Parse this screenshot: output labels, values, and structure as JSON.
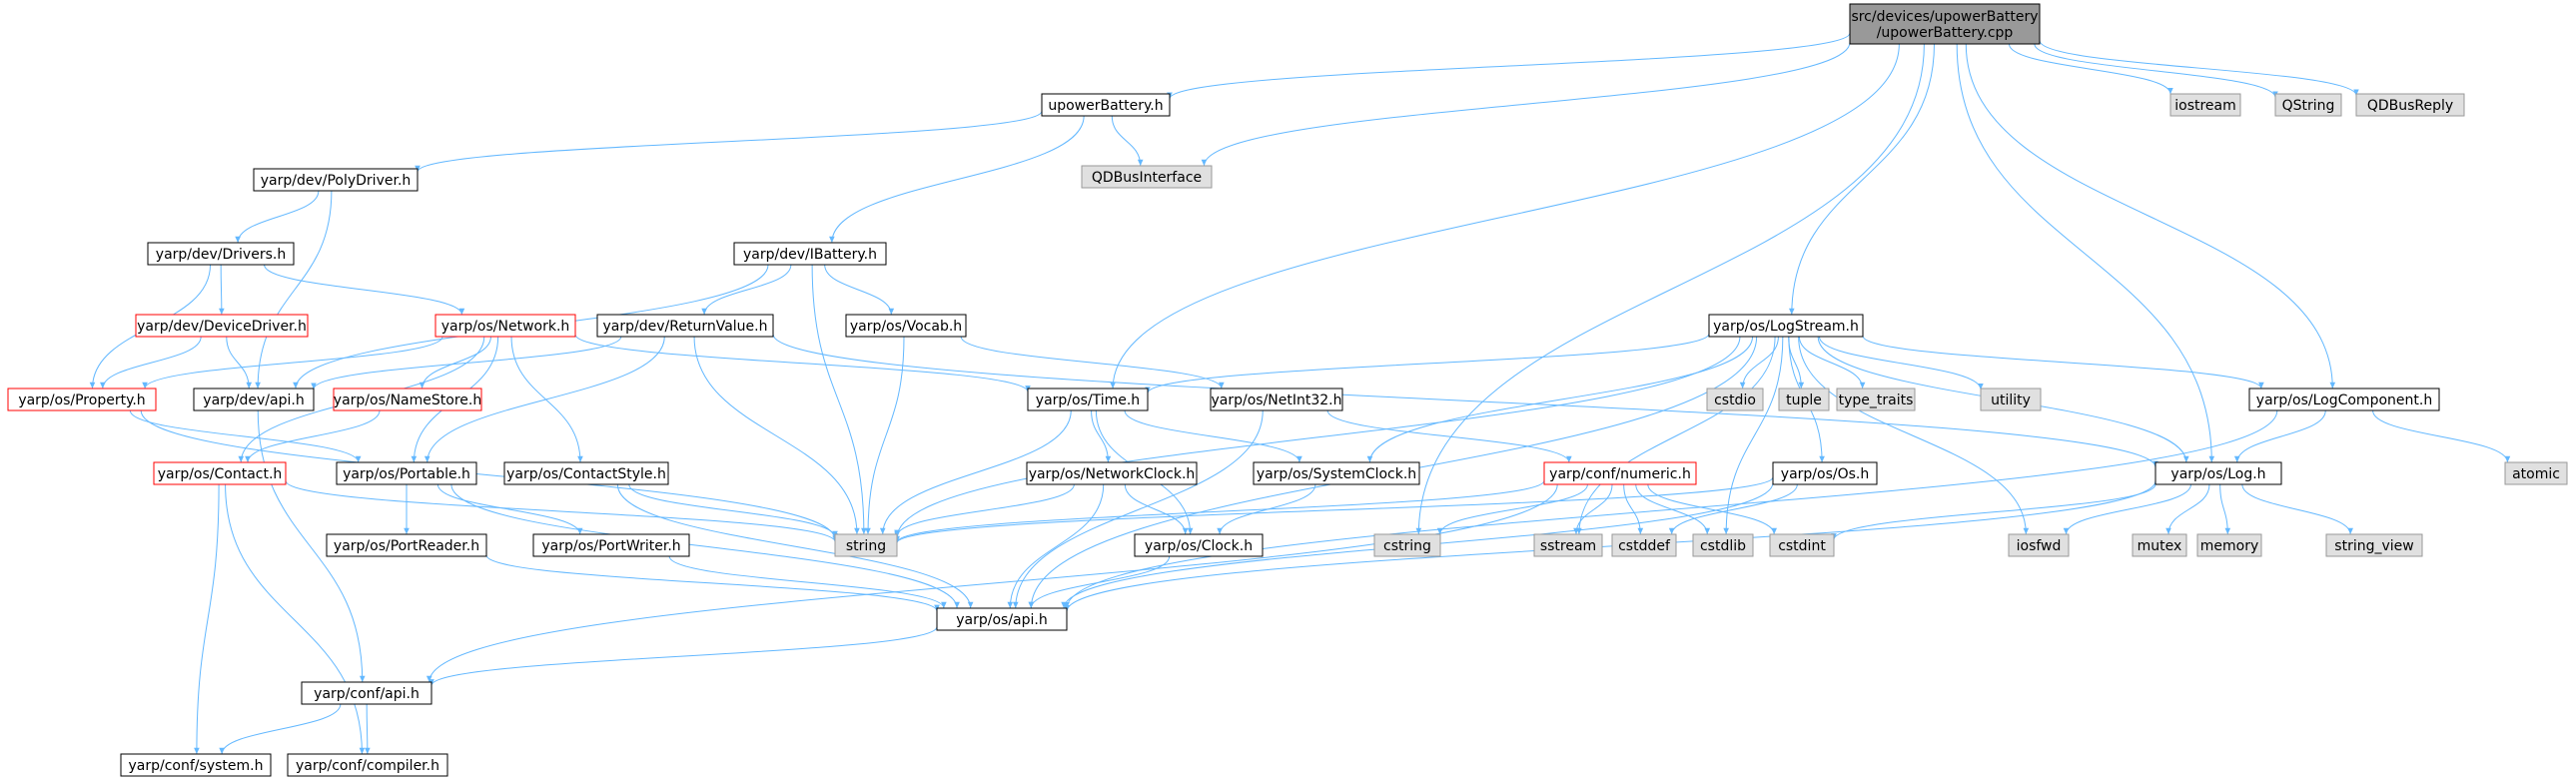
{
  "colors": {
    "edge": "#63b8ff",
    "root_fill": "#999999",
    "normal_fill": "#ffffff",
    "normal_stroke": "#000000",
    "truncated_stroke": "#ff0000",
    "system_fill": "#e0e0e0",
    "system_stroke": "#999999",
    "text": "#000000"
  },
  "nodes": [
    {
      "id": "root",
      "kind": "root",
      "lines": [
        "src/devices/upowerBattery",
        "/upowerBattery.cpp"
      ]
    },
    {
      "id": "upowerBattery_h",
      "kind": "normal",
      "lines": [
        "upowerBattery.h"
      ]
    },
    {
      "id": "iostream",
      "kind": "system",
      "lines": [
        "iostream"
      ]
    },
    {
      "id": "QString",
      "kind": "system",
      "lines": [
        "QString"
      ]
    },
    {
      "id": "QDBusReply",
      "kind": "system",
      "lines": [
        "QDBusReply"
      ]
    },
    {
      "id": "QDBusInterface",
      "kind": "system",
      "lines": [
        "QDBusInterface"
      ]
    },
    {
      "id": "PolyDriver_h",
      "kind": "normal",
      "lines": [
        "yarp/dev/PolyDriver.h"
      ]
    },
    {
      "id": "Drivers_h",
      "kind": "normal",
      "lines": [
        "yarp/dev/Drivers.h"
      ]
    },
    {
      "id": "IBattery_h",
      "kind": "normal",
      "lines": [
        "yarp/dev/IBattery.h"
      ]
    },
    {
      "id": "DeviceDriver_h",
      "kind": "truncated",
      "lines": [
        "yarp/dev/DeviceDriver.h"
      ]
    },
    {
      "id": "Network_h",
      "kind": "truncated",
      "lines": [
        "yarp/os/Network.h"
      ]
    },
    {
      "id": "ReturnValue_h",
      "kind": "normal",
      "lines": [
        "yarp/dev/ReturnValue.h"
      ]
    },
    {
      "id": "Vocab_h",
      "kind": "normal",
      "lines": [
        "yarp/os/Vocab.h"
      ]
    },
    {
      "id": "LogStream_h",
      "kind": "normal",
      "lines": [
        "yarp/os/LogStream.h"
      ]
    },
    {
      "id": "Property_h",
      "kind": "truncated",
      "lines": [
        "yarp/os/Property.h"
      ]
    },
    {
      "id": "dev_api_h",
      "kind": "normal",
      "lines": [
        "yarp/dev/api.h"
      ]
    },
    {
      "id": "NameStore_h",
      "kind": "truncated",
      "lines": [
        "yarp/os/NameStore.h"
      ]
    },
    {
      "id": "Time_h",
      "kind": "normal",
      "lines": [
        "yarp/os/Time.h"
      ]
    },
    {
      "id": "NetInt32_h",
      "kind": "normal",
      "lines": [
        "yarp/os/NetInt32.h"
      ]
    },
    {
      "id": "cstdio",
      "kind": "system",
      "lines": [
        "cstdio"
      ]
    },
    {
      "id": "tuple",
      "kind": "system",
      "lines": [
        "tuple"
      ]
    },
    {
      "id": "type_traits",
      "kind": "system",
      "lines": [
        "type_traits"
      ]
    },
    {
      "id": "utility",
      "kind": "system",
      "lines": [
        "utility"
      ]
    },
    {
      "id": "LogComponent_h",
      "kind": "normal",
      "lines": [
        "yarp/os/LogComponent.h"
      ]
    },
    {
      "id": "Contact_h",
      "kind": "truncated",
      "lines": [
        "yarp/os/Contact.h"
      ]
    },
    {
      "id": "Portable_h",
      "kind": "normal",
      "lines": [
        "yarp/os/Portable.h"
      ]
    },
    {
      "id": "ContactStyle_h",
      "kind": "normal",
      "lines": [
        "yarp/os/ContactStyle.h"
      ]
    },
    {
      "id": "NetworkClock_h",
      "kind": "normal",
      "lines": [
        "yarp/os/NetworkClock.h"
      ]
    },
    {
      "id": "SystemClock_h",
      "kind": "normal",
      "lines": [
        "yarp/os/SystemClock.h"
      ]
    },
    {
      "id": "numeric_h",
      "kind": "truncated",
      "lines": [
        "yarp/conf/numeric.h"
      ]
    },
    {
      "id": "Os_h",
      "kind": "normal",
      "lines": [
        "yarp/os/Os.h"
      ]
    },
    {
      "id": "Log_h",
      "kind": "normal",
      "lines": [
        "yarp/os/Log.h"
      ]
    },
    {
      "id": "atomic",
      "kind": "system",
      "lines": [
        "atomic"
      ]
    },
    {
      "id": "PortReader_h",
      "kind": "normal",
      "lines": [
        "yarp/os/PortReader.h"
      ]
    },
    {
      "id": "PortWriter_h",
      "kind": "normal",
      "lines": [
        "yarp/os/PortWriter.h"
      ]
    },
    {
      "id": "string",
      "kind": "system",
      "lines": [
        "string"
      ]
    },
    {
      "id": "Clock_h",
      "kind": "normal",
      "lines": [
        "yarp/os/Clock.h"
      ]
    },
    {
      "id": "cstring",
      "kind": "system",
      "lines": [
        "cstring"
      ]
    },
    {
      "id": "sstream",
      "kind": "system",
      "lines": [
        "sstream"
      ]
    },
    {
      "id": "cstddef",
      "kind": "system",
      "lines": [
        "cstddef"
      ]
    },
    {
      "id": "cstdlib",
      "kind": "system",
      "lines": [
        "cstdlib"
      ]
    },
    {
      "id": "cstdint",
      "kind": "system",
      "lines": [
        "cstdint"
      ]
    },
    {
      "id": "iosfwd",
      "kind": "system",
      "lines": [
        "iosfwd"
      ]
    },
    {
      "id": "mutex",
      "kind": "system",
      "lines": [
        "mutex"
      ]
    },
    {
      "id": "memory",
      "kind": "system",
      "lines": [
        "memory"
      ]
    },
    {
      "id": "string_view",
      "kind": "system",
      "lines": [
        "string_view"
      ]
    },
    {
      "id": "os_api_h",
      "kind": "normal",
      "lines": [
        "yarp/os/api.h"
      ]
    },
    {
      "id": "conf_api_h",
      "kind": "normal",
      "lines": [
        "yarp/conf/api.h"
      ]
    },
    {
      "id": "system_h",
      "kind": "normal",
      "lines": [
        "yarp/conf/system.h"
      ]
    },
    {
      "id": "compiler_h",
      "kind": "normal",
      "lines": [
        "yarp/conf/compiler.h"
      ]
    }
  ],
  "edges": [
    [
      "root",
      "upowerBattery_h"
    ],
    [
      "root",
      "iostream"
    ],
    [
      "root",
      "QString"
    ],
    [
      "root",
      "QDBusReply"
    ],
    [
      "root",
      "QDBusInterface"
    ],
    [
      "root",
      "Time_h"
    ],
    [
      "root",
      "cstring"
    ],
    [
      "root",
      "LogStream_h"
    ],
    [
      "root",
      "Log_h"
    ],
    [
      "root",
      "LogComponent_h"
    ],
    [
      "upowerBattery_h",
      "PolyDriver_h"
    ],
    [
      "upowerBattery_h",
      "QDBusInterface"
    ],
    [
      "upowerBattery_h",
      "IBattery_h"
    ],
    [
      "PolyDriver_h",
      "Drivers_h"
    ],
    [
      "PolyDriver_h",
      "dev_api_h"
    ],
    [
      "Drivers_h",
      "DeviceDriver_h"
    ],
    [
      "Drivers_h",
      "Network_h"
    ],
    [
      "Drivers_h",
      "Property_h"
    ],
    [
      "DeviceDriver_h",
      "Property_h"
    ],
    [
      "DeviceDriver_h",
      "dev_api_h"
    ],
    [
      "IBattery_h",
      "dev_api_h"
    ],
    [
      "IBattery_h",
      "ReturnValue_h"
    ],
    [
      "IBattery_h",
      "Vocab_h"
    ],
    [
      "IBattery_h",
      "string"
    ],
    [
      "Network_h",
      "Property_h"
    ],
    [
      "Network_h",
      "NameStore_h"
    ],
    [
      "Network_h",
      "Contact_h"
    ],
    [
      "Network_h",
      "Portable_h"
    ],
    [
      "Network_h",
      "ContactStyle_h"
    ],
    [
      "Network_h",
      "Time_h"
    ],
    [
      "ReturnValue_h",
      "dev_api_h"
    ],
    [
      "ReturnValue_h",
      "Portable_h"
    ],
    [
      "ReturnValue_h",
      "string"
    ],
    [
      "ReturnValue_h",
      "Log_h"
    ],
    [
      "Vocab_h",
      "string"
    ],
    [
      "Vocab_h",
      "NetInt32_h"
    ],
    [
      "LogStream_h",
      "Time_h"
    ],
    [
      "LogStream_h",
      "string"
    ],
    [
      "LogStream_h",
      "SystemClock_h"
    ],
    [
      "LogStream_h",
      "Os_h"
    ],
    [
      "LogStream_h",
      "cstdio"
    ],
    [
      "LogStream_h",
      "tuple"
    ],
    [
      "LogStream_h",
      "type_traits"
    ],
    [
      "LogStream_h",
      "utility"
    ],
    [
      "LogStream_h",
      "LogComponent_h"
    ],
    [
      "LogStream_h",
      "Log_h"
    ],
    [
      "LogStream_h",
      "sstream"
    ],
    [
      "LogStream_h",
      "cstdlib"
    ],
    [
      "LogStream_h",
      "iosfwd"
    ],
    [
      "LogStream_h",
      "os_api_h"
    ],
    [
      "Property_h",
      "Portable_h"
    ],
    [
      "Property_h",
      "string"
    ],
    [
      "dev_api_h",
      "conf_api_h"
    ],
    [
      "NameStore_h",
      "Contact_h"
    ],
    [
      "Time_h",
      "string"
    ],
    [
      "Time_h",
      "NetworkClock_h"
    ],
    [
      "Time_h",
      "SystemClock_h"
    ],
    [
      "Time_h",
      "Clock_h"
    ],
    [
      "NetInt32_h",
      "numeric_h"
    ],
    [
      "NetInt32_h",
      "os_api_h"
    ],
    [
      "Contact_h",
      "string"
    ],
    [
      "Contact_h",
      "system_h"
    ],
    [
      "Contact_h",
      "compiler_h"
    ],
    [
      "Portable_h",
      "PortReader_h"
    ],
    [
      "Portable_h",
      "PortWriter_h"
    ],
    [
      "Portable_h",
      "os_api_h"
    ],
    [
      "ContactStyle_h",
      "string"
    ],
    [
      "ContactStyle_h",
      "os_api_h"
    ],
    [
      "NetworkClock_h",
      "string"
    ],
    [
      "NetworkClock_h",
      "Clock_h"
    ],
    [
      "NetworkClock_h",
      "os_api_h"
    ],
    [
      "SystemClock_h",
      "Clock_h"
    ],
    [
      "numeric_h",
      "string"
    ],
    [
      "numeric_h",
      "cstring"
    ],
    [
      "numeric_h",
      "sstream"
    ],
    [
      "numeric_h",
      "cstddef"
    ],
    [
      "numeric_h",
      "cstdlib"
    ],
    [
      "numeric_h",
      "cstdint"
    ],
    [
      "numeric_h",
      "conf_api_h"
    ],
    [
      "Os_h",
      "string"
    ],
    [
      "Os_h",
      "cstddef"
    ],
    [
      "Os_h",
      "os_api_h"
    ],
    [
      "Log_h",
      "cstdint"
    ],
    [
      "Log_h",
      "iosfwd"
    ],
    [
      "Log_h",
      "mutex"
    ],
    [
      "Log_h",
      "memory"
    ],
    [
      "Log_h",
      "string_view"
    ],
    [
      "Log_h",
      "os_api_h"
    ],
    [
      "LogComponent_h",
      "Log_h"
    ],
    [
      "LogComponent_h",
      "atomic"
    ],
    [
      "LogComponent_h",
      "os_api_h"
    ],
    [
      "PortReader_h",
      "os_api_h"
    ],
    [
      "PortWriter_h",
      "os_api_h"
    ],
    [
      "Clock_h",
      "os_api_h"
    ],
    [
      "os_api_h",
      "conf_api_h"
    ],
    [
      "conf_api_h",
      "system_h"
    ],
    [
      "conf_api_h",
      "compiler_h"
    ]
  ]
}
